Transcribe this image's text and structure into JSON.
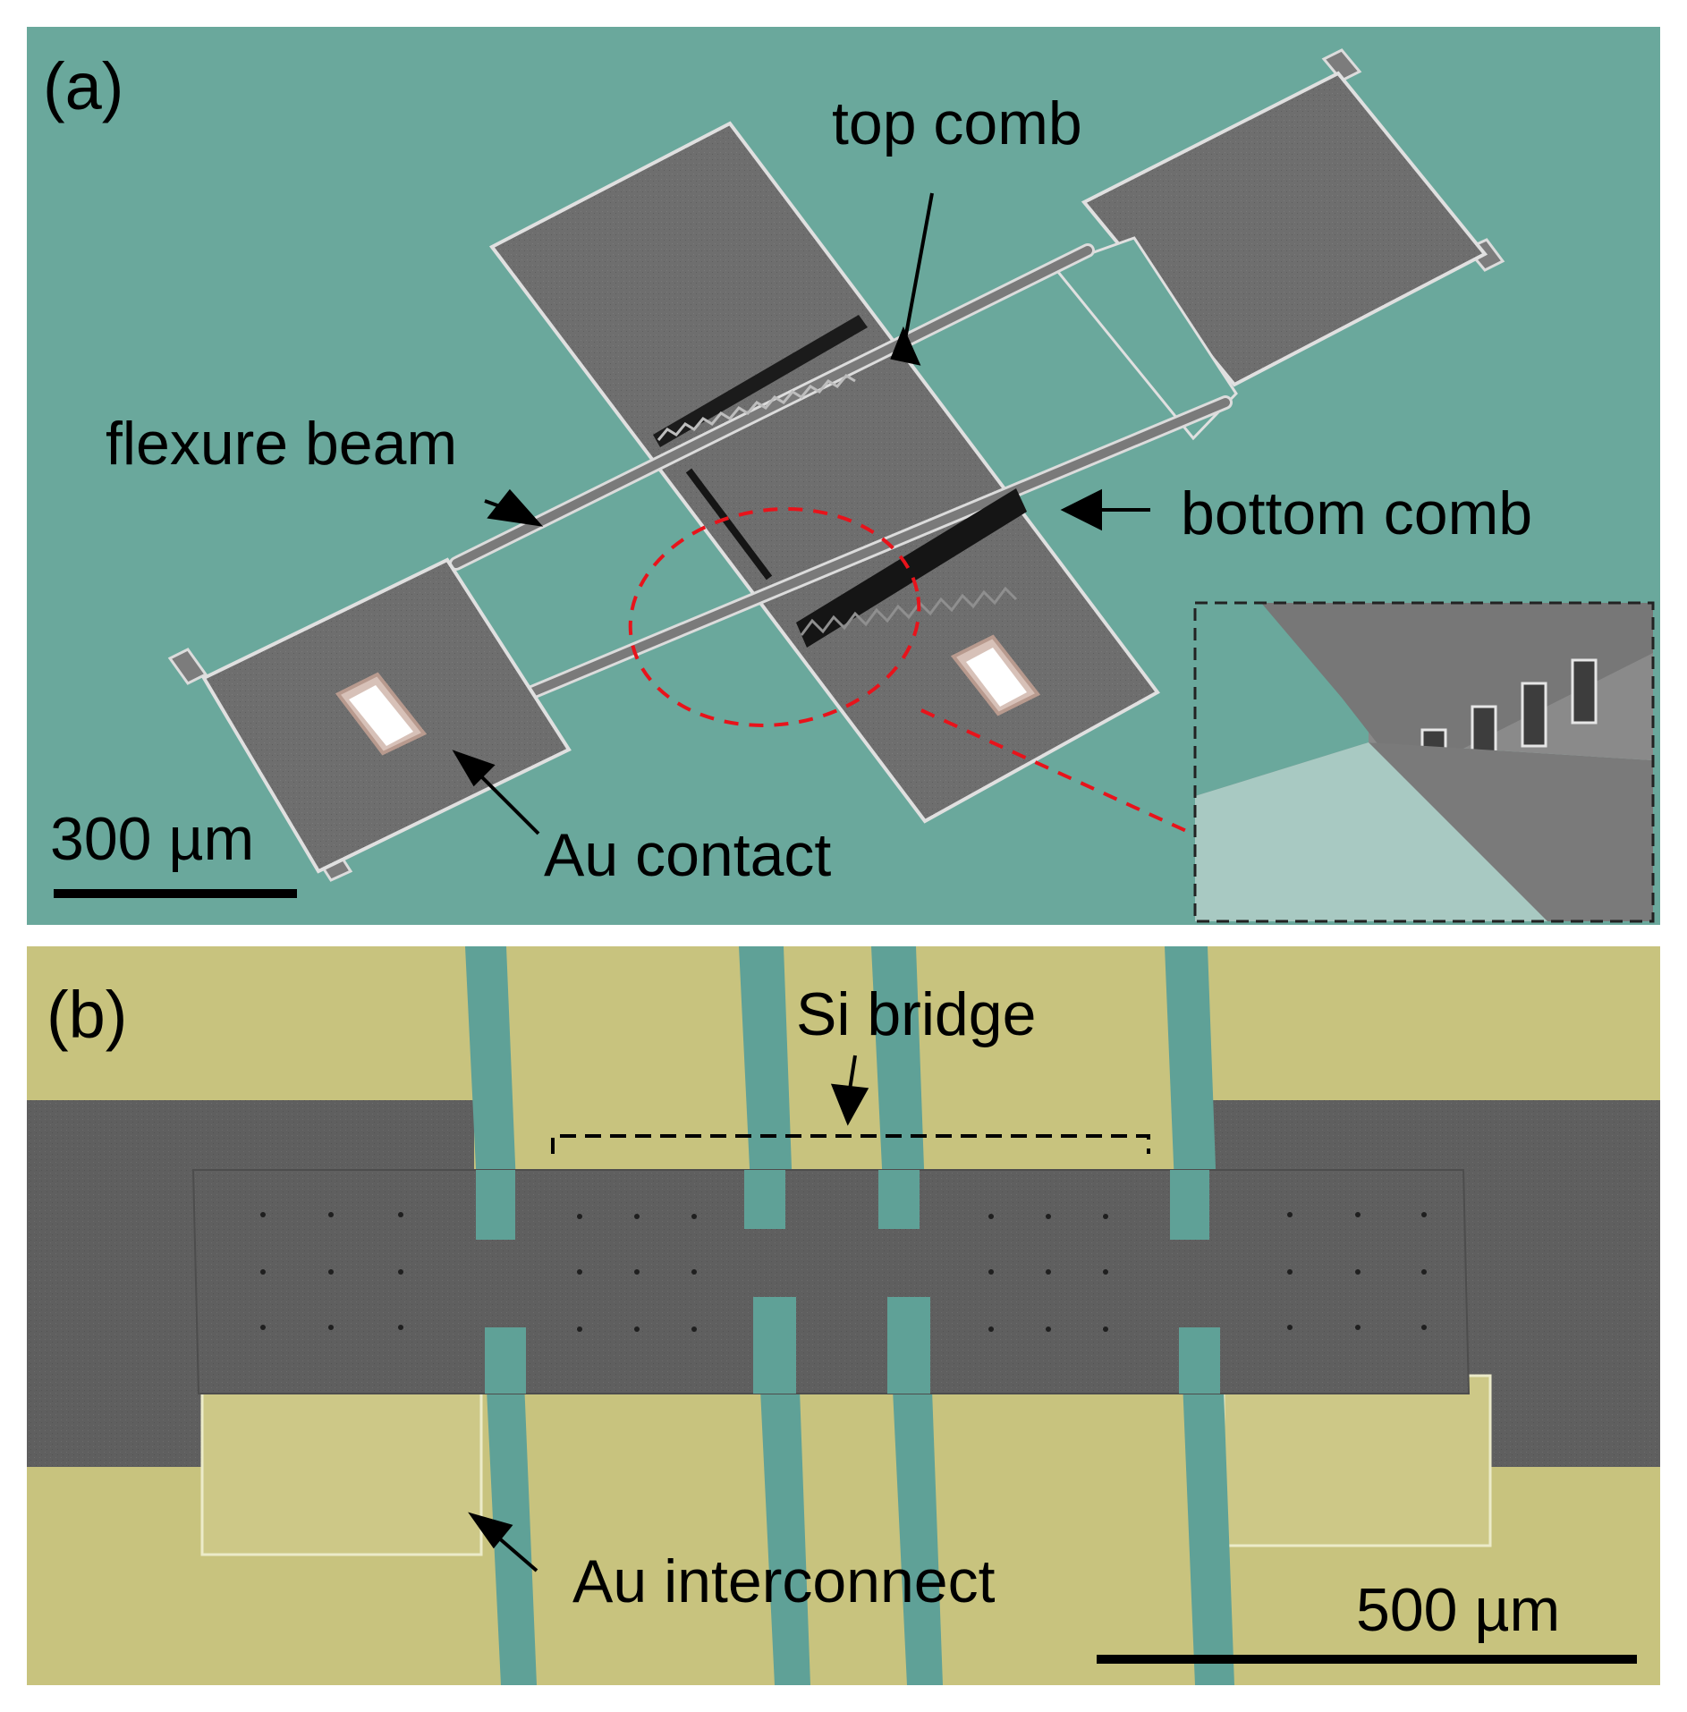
{
  "panel_a": {
    "letter": "(a)",
    "labels": {
      "top_comb": "top comb",
      "flexure_beam": "flexure beam",
      "bottom_comb": "bottom comb",
      "au_contact": "Au contact"
    },
    "scale_bar": "300 µm"
  },
  "panel_b": {
    "letter": "(b)",
    "labels": {
      "si_bridge": "Si bridge",
      "au_interconnect": "Au interconnect"
    },
    "scale_bar": "500 µm"
  },
  "colors": {
    "substrate_a": "#6aa89c",
    "silicon": "#6b6b6b",
    "gold_b": "#c8c37e",
    "annotation_red": "#e8131b"
  }
}
